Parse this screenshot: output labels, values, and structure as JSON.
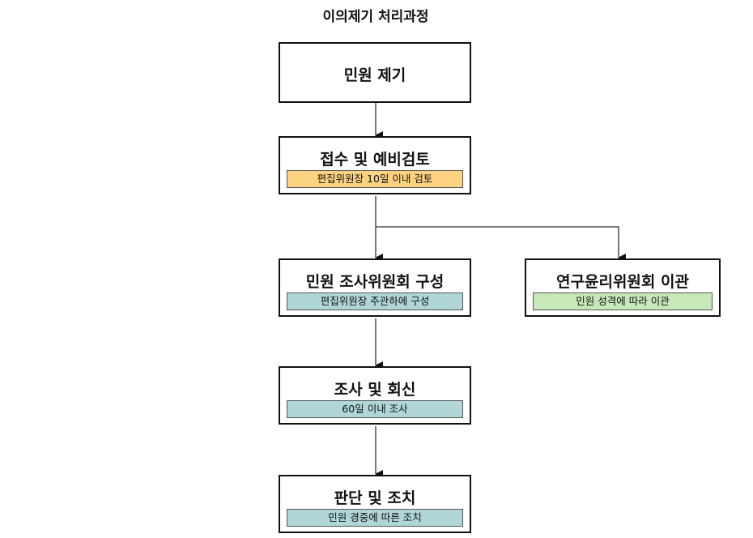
{
  "title": "이의제기 처리과정",
  "colors": {
    "orange": "#fdd281",
    "blue": "#b0d6d8",
    "green": "#c7e9b9"
  },
  "nodes": {
    "n1": {
      "label": "민원 제기"
    },
    "n2": {
      "label": "접수 및 예비검토",
      "note": "편집위원장 10일 이내 검토"
    },
    "n3": {
      "label": "민원 조사위원회 구성",
      "note": "편집위원장 주관하에 구성"
    },
    "n4": {
      "label": "연구윤리위원회 이관",
      "note": "민원 성격에 따라 이관"
    },
    "n5": {
      "label": "조사 및 회신",
      "note": "60일 이내 조사"
    },
    "n6": {
      "label": "판단 및 조치",
      "note": "민원 경중에 따른 조치"
    }
  }
}
